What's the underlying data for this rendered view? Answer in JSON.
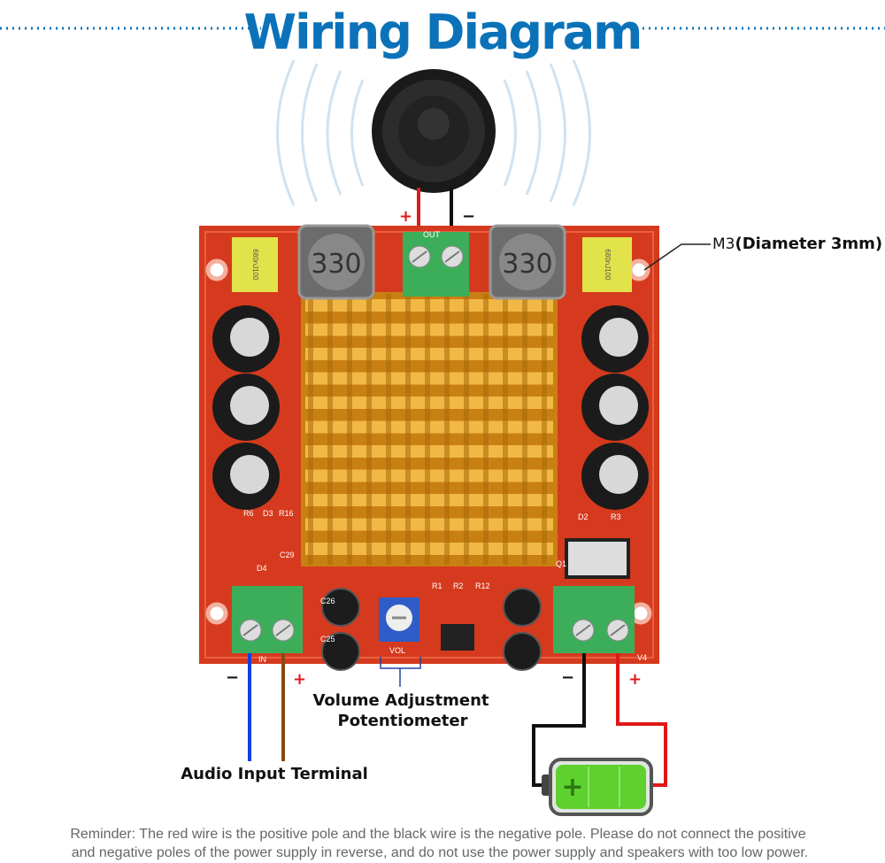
{
  "title": "Wiring Diagram",
  "speaker": {
    "plus": "+",
    "minus": "−",
    "terminal_label": "OUT"
  },
  "board": {
    "inductor_marking": "330",
    "capacitor_marking": "680nJ100",
    "pot_label": "VOL",
    "input_label": "IN",
    "power_label": "V4",
    "silkscreen": [
      "R6",
      "D3",
      "R16",
      "D4",
      "C29",
      "R1",
      "R2",
      "R12",
      "D2",
      "R3",
      "Q1",
      "C26",
      "C25"
    ]
  },
  "mounting_hole": {
    "code": "M3",
    "description": "(Diameter 3mm)"
  },
  "potentiometer_label": {
    "line1": "Volume Adjustment",
    "line2": "Potentiometer"
  },
  "audio_input": {
    "label": "Audio Input Terminal",
    "minus": "−",
    "plus": "+"
  },
  "power": {
    "minus": "−",
    "plus": "+",
    "battery_symbol": "+"
  },
  "reminder": {
    "line1": "Reminder: The red wire is the positive pole and the black wire is the negative pole. Please do not connect the positive",
    "line2": "and negative poles of the power supply in reverse, and do not use the power supply and speakers with too low power."
  },
  "colors": {
    "title": "#0b72b9",
    "board": "#d63a1e",
    "heatsink": "#e9a52a",
    "positive_wire": "#e01818",
    "negative_wire": "#111111",
    "audio_negative_wire": "#1040e0",
    "audio_positive_wire": "#8a4a10",
    "terminal": "#3cae5a",
    "battery": "#5fd12f"
  }
}
